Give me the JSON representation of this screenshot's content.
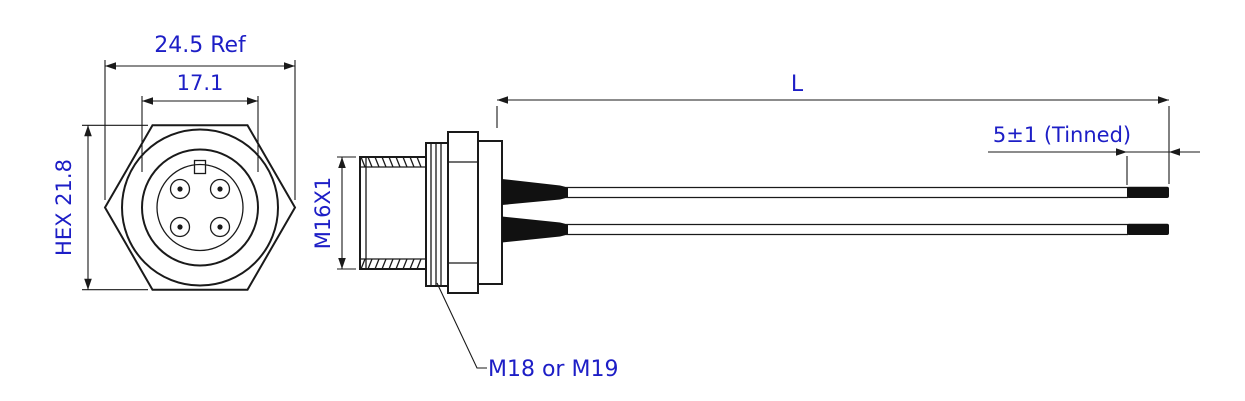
{
  "diagram": {
    "type": "engineering-drawing",
    "subject": "M16 panel-mount circular connector with flying leads, front view and side view",
    "annotations": {
      "front_width_ref": "24.5 Ref",
      "front_inner_width": "17.1",
      "front_hex": "HEX 21.8",
      "side_thread": "M16X1",
      "cable_length": "L",
      "tinned_length": "5±1 (Tinned)",
      "mount_thread": "M18 or M19"
    },
    "colors": {
      "annotation_text": "#1d1ec6",
      "line": "#1a1a1a",
      "wire_fill": "#111111",
      "background": "#ffffff"
    },
    "front_view": {
      "pin_count": 4
    },
    "wires": {
      "count": 2
    }
  }
}
